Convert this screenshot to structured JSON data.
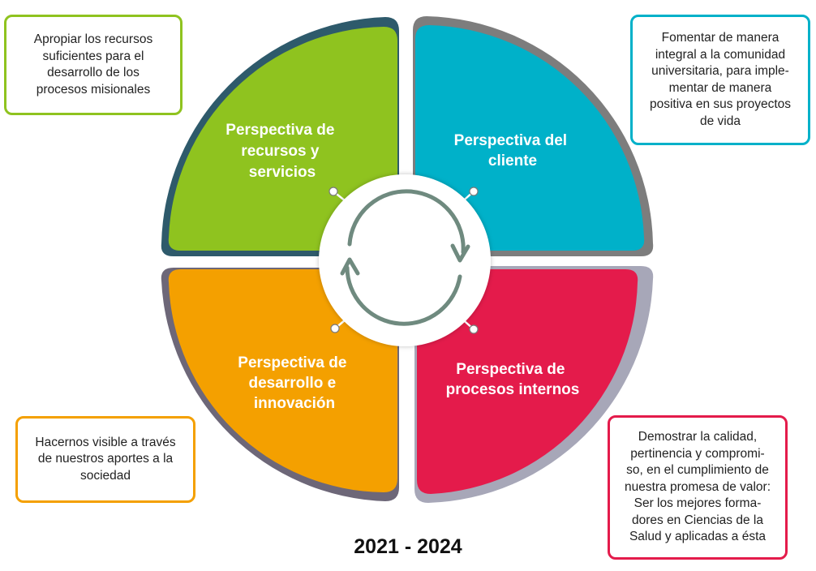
{
  "colors": {
    "green": "#8fc31f",
    "green_shadow": "#2e5a6b",
    "blue": "#00b1c9",
    "blue_shadow": "#7d7d7d",
    "red": "#e41b4b",
    "red_shadow": "#a7a7b8",
    "orange": "#f4a000",
    "orange_shadow": "#6d6778",
    "cycle_arrow": "#6f8a7f"
  },
  "quadrants": {
    "resources": {
      "lines": [
        "Perspectiva de",
        "recursos y",
        "servicios"
      ]
    },
    "client": {
      "lines": [
        "Perspectiva del",
        "cliente"
      ]
    },
    "development": {
      "lines": [
        "Perspectiva de",
        "desarrollo e",
        "innovación"
      ]
    },
    "internal": {
      "lines": [
        "Perspectiva de",
        "procesos internos"
      ]
    }
  },
  "notes": {
    "resources": {
      "lines": [
        "Apropiar los recursos",
        "suficientes para el",
        "desarrollo de los",
        "procesos misionales"
      ]
    },
    "client": {
      "lines": [
        "Fomentar de manera",
        "integral a la comunidad",
        "universitaria, para imple-",
        "mentar de manera",
        "positiva en sus proyectos",
        "de vida"
      ]
    },
    "development": {
      "lines": [
        "Hacernos visible a través",
        "de nuestros aportes a la",
        "sociedad"
      ]
    },
    "internal": {
      "lines": [
        "Demostrar la calidad,",
        "pertinencia y compromi-",
        "so, en el cumplimiento de",
        "nuestra promesa de valor:",
        "Ser los mejores forma-",
        "dores en Ciencias de la",
        "Salud y aplicadas a ésta"
      ]
    }
  },
  "footer": {
    "years": "2021 - 2024"
  },
  "icons": {
    "center": "cycle-arrows-icon"
  }
}
